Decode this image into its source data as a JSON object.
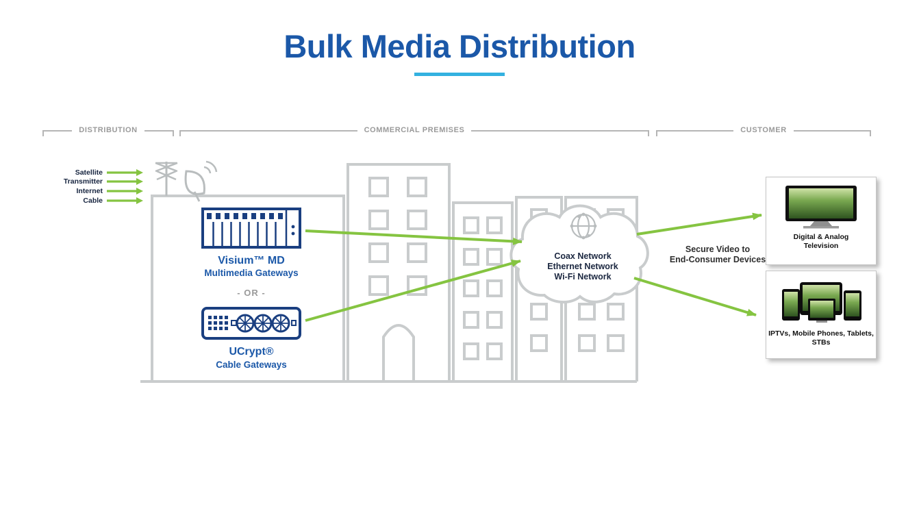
{
  "title": "Bulk Media Distribution",
  "sections": {
    "distribution": "DISTRIBUTION",
    "commercial_premises": "COMMERCIAL PREMISES",
    "customer": "CUSTOMER"
  },
  "sources": {
    "items": [
      "Satellite",
      "Transmitter",
      "Internet",
      "Cable"
    ]
  },
  "gateways": {
    "visium_name": "Visium™ MD",
    "visium_type": "Multimedia Gateways",
    "or_divider": "- OR -",
    "ucrypt_name": "UCrypt®",
    "ucrypt_type": "Cable Gateways"
  },
  "cloud": {
    "line1": "Coax Network",
    "line2": "Ethernet Network",
    "line3": "Wi-Fi Network"
  },
  "secure_note": "Secure Video to\nEnd-Consumer Devices",
  "customer_boxes": [
    {
      "label": "Digital & Analog\nTelevision"
    },
    {
      "label": "IPTVs, Mobile Phones, Tablets,\nSTBs"
    }
  ],
  "colors": {
    "title_blue": "#1b58a8",
    "underline_blue": "#33b1e0",
    "arrow_green": "#85c441",
    "outline_gray": "#c9cccd",
    "device_navy": "#1a3f80",
    "section_label_gray": "#9a9a9a"
  }
}
